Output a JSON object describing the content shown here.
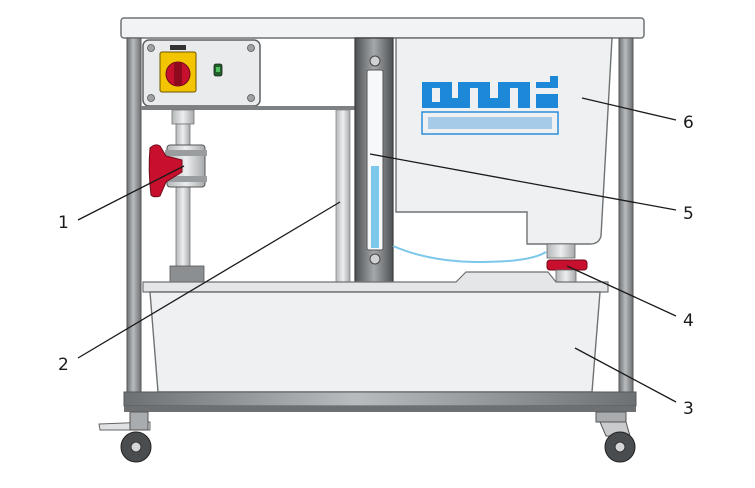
{
  "callouts": [
    {
      "id": "1"
    },
    {
      "id": "2"
    },
    {
      "id": "3"
    },
    {
      "id": "4"
    },
    {
      "id": "5"
    },
    {
      "id": "6"
    }
  ],
  "colors": {
    "frame": "#8c8f91",
    "frame_dark": "#5e6163",
    "panel": "#eef0f1",
    "panel_stroke": "#6f7274",
    "valve_red": "#c8102e",
    "switch_yellow": "#f2c500",
    "logo_blue": "#1e88d8",
    "water": "#7cc7ea"
  }
}
